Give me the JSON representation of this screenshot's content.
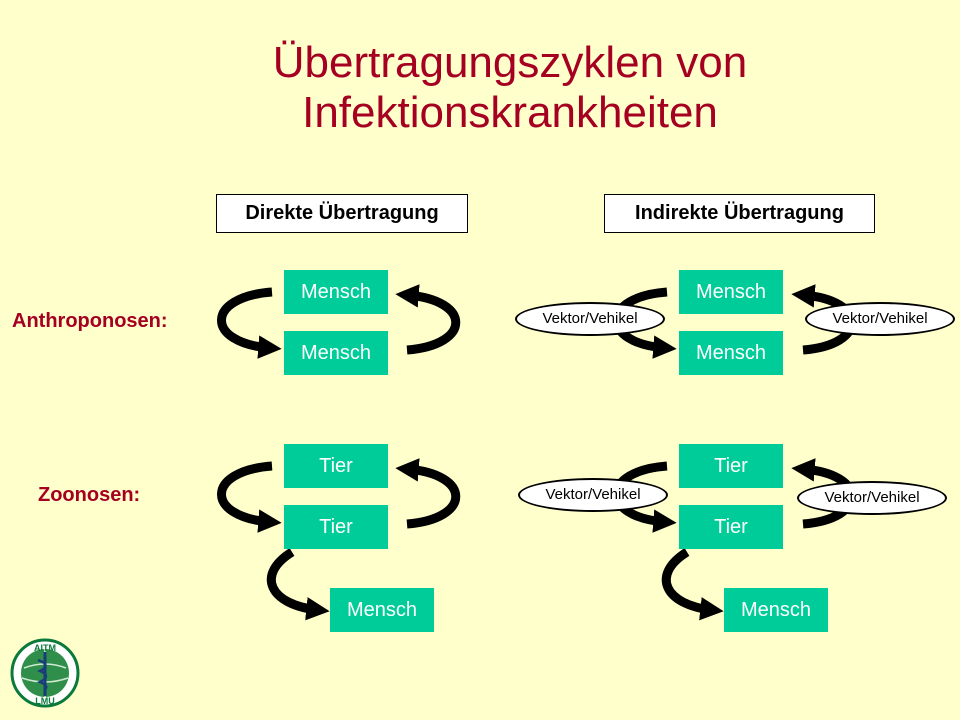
{
  "colors": {
    "background": "#ffffcc",
    "title": "#a50021",
    "label": "#a50021",
    "node_fill": "#00cc99",
    "node_text": "#ffffff",
    "arrow": "#000000"
  },
  "title": {
    "line1": "Übertragungszyklen von",
    "line2": "Infektionskrankheiten"
  },
  "headers": {
    "direct": "Direkte Übertragung",
    "indirect": "Indirekte Übertragung"
  },
  "rows": {
    "anthroponosen": "Anthroponosen:",
    "zoonosen": "Zoonosen:"
  },
  "nodes": {
    "anthro_direct_top": "Mensch",
    "anthro_direct_bottom": "Mensch",
    "anthro_indirect_top": "Mensch",
    "anthro_indirect_bottom": "Mensch",
    "zoo_direct_top": "Tier",
    "zoo_direct_bottom": "Tier",
    "zoo_direct_human": "Mensch",
    "zoo_indirect_top": "Tier",
    "zoo_indirect_bottom": "Tier",
    "zoo_indirect_human": "Mensch"
  },
  "vectors": {
    "anthro_left": "Vektor/Vehikel",
    "anthro_right": "Vektor/Vehikel",
    "zoo_left": "Vektor/Vehikel",
    "zoo_right": "Vektor/Vehikel"
  },
  "logo": {
    "top_text": "AITM",
    "bottom_text": "LMU"
  }
}
